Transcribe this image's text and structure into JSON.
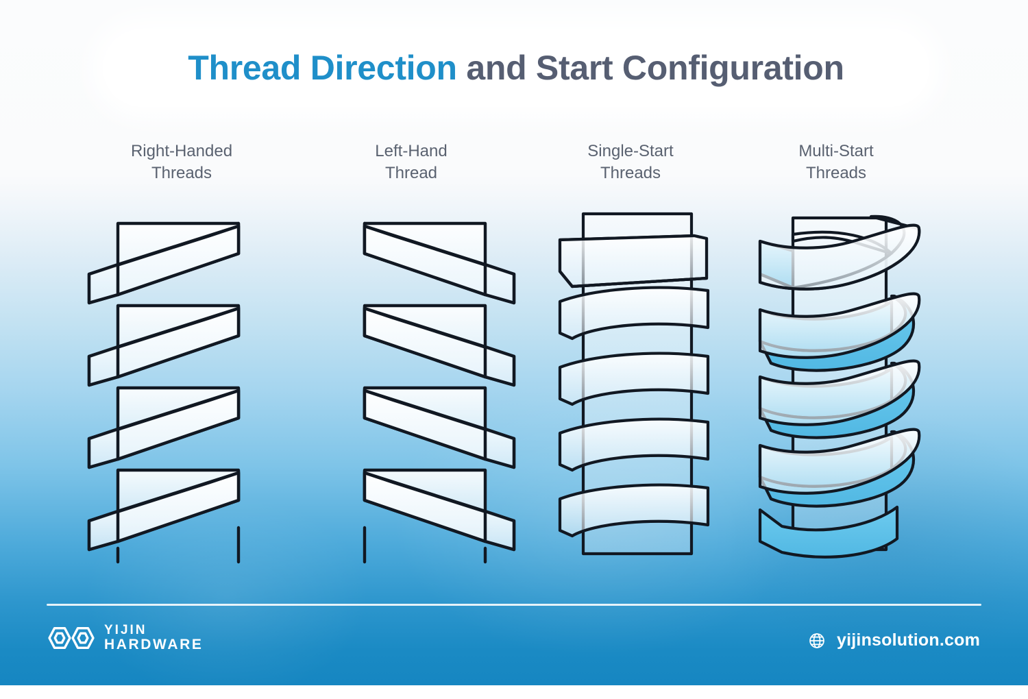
{
  "title": {
    "accent_text": "Thread Direction",
    "rest_text": " and Start Configuration",
    "accent_color": "#1f8fc9",
    "rest_color": "#565e72"
  },
  "columns": [
    {
      "label_line1": "Right-Handed",
      "label_line2": "Threads",
      "figure": "right-handed-thread-helix"
    },
    {
      "label_line1": "Left-Hand",
      "label_line2": "Thread",
      "figure": "left-hand-thread-helix"
    },
    {
      "label_line1": "Single-Start",
      "label_line2": "Threads",
      "figure": "single-start-thread-helix"
    },
    {
      "label_line1": "Multi-Start",
      "label_line2": "Threads",
      "figure": "multi-start-thread-helix"
    }
  ],
  "footer": {
    "logo_icon": "infinity-hexagon-logo-icon",
    "brand_top": "YIJIN",
    "brand_bottom": "HARDWARE",
    "globe_icon": "globe-icon",
    "website": "yijinsolution.com"
  },
  "colors": {
    "background_top": "#fbfcfd",
    "background_bottom": "#1686c1",
    "accent_blue": "#1f8fc9",
    "highlight_blue": "#5bc0e8",
    "label_gray": "#5a6270",
    "stroke": "#111822"
  }
}
